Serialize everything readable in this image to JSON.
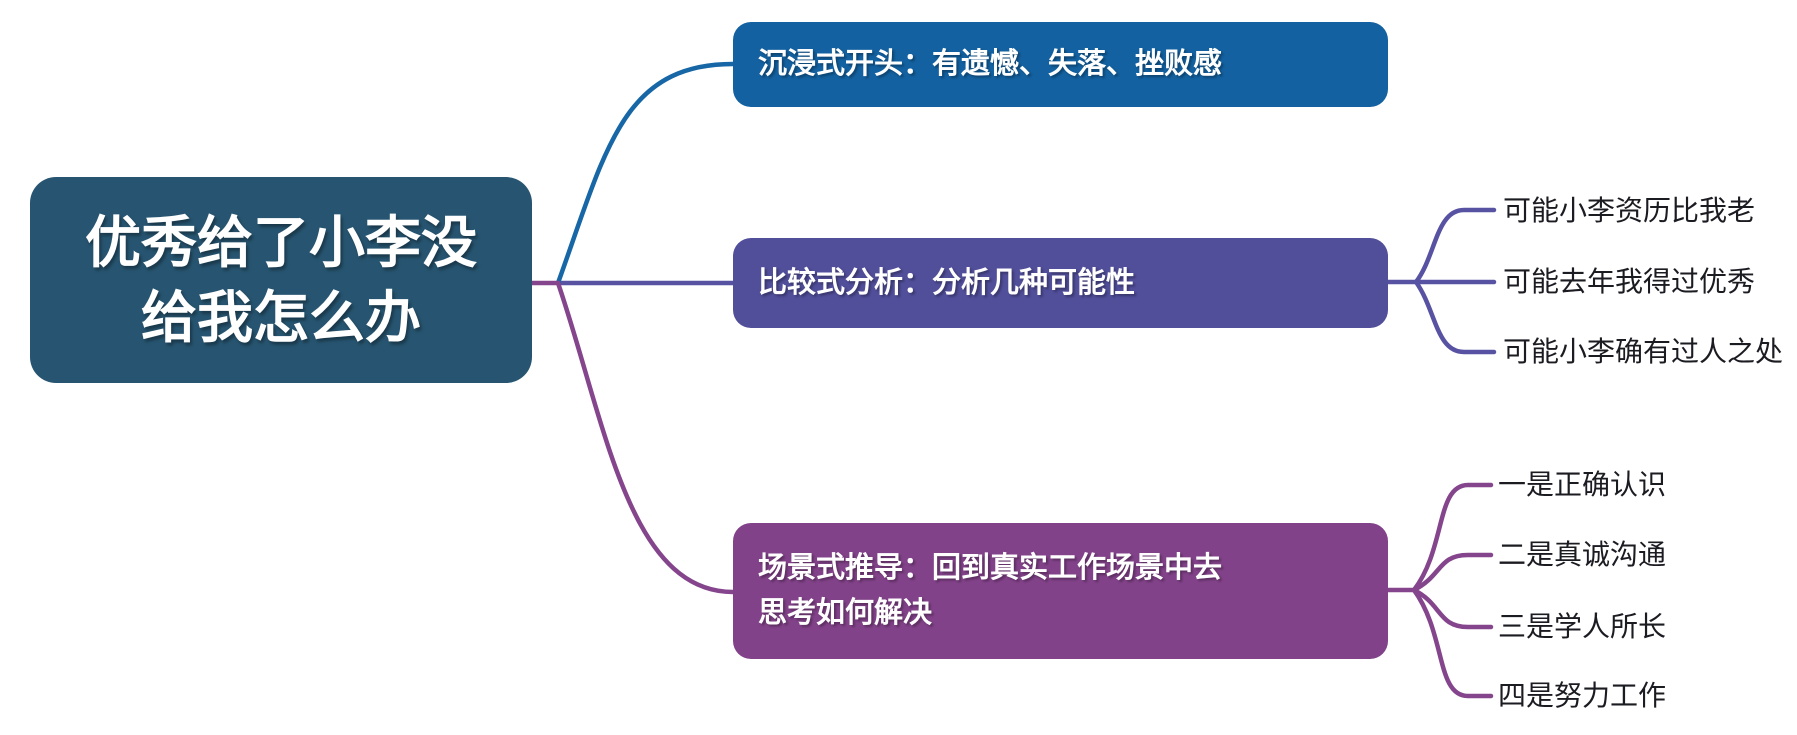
{
  "background": "#ffffff",
  "root": {
    "label": "优秀给了小李没给我怎么办",
    "color": "#275571",
    "text_color": "#ffffff"
  },
  "branches": [
    {
      "label": "沉浸式开头：有遗憾、失落、挫败感",
      "color": "#1361a0",
      "line_color": "#1766a5",
      "children": []
    },
    {
      "label": "比较式分析：分析几种可能性",
      "color": "#514e9a",
      "line_color": "#5752a1",
      "children": [
        {
          "label": "可能小李资历比我老"
        },
        {
          "label": "可能去年我得过优秀"
        },
        {
          "label": "可能小李确有过人之处"
        }
      ]
    },
    {
      "label": "场景式推导：回到真实工作场景中去思考如何解决",
      "color": "#824289",
      "line_color": "#85458d",
      "children": [
        {
          "label": "一是正确认识"
        },
        {
          "label": "二是真诚沟通"
        },
        {
          "label": "三是学人所长"
        },
        {
          "label": "四是努力工作"
        }
      ]
    }
  ],
  "leaf_text_color": "#1b1b22"
}
